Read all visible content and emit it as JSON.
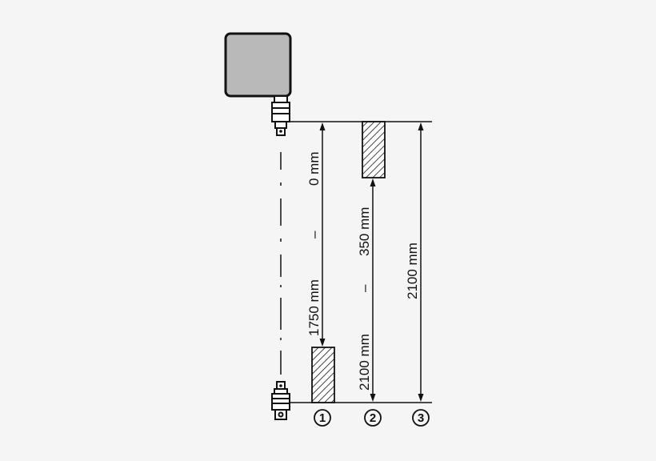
{
  "diagram": {
    "range_1": {
      "from": "0 mm",
      "dash": "–",
      "to": "1750 mm"
    },
    "range_2": {
      "from": "350 mm",
      "dash": "–",
      "to": "2100 mm"
    },
    "range_3": {
      "value": "2100 mm"
    },
    "markers": [
      "1",
      "2",
      "3"
    ]
  },
  "colors": {
    "background": "#f5f5f5",
    "housing_fill": "#b9b9b9",
    "line": "#111111"
  }
}
